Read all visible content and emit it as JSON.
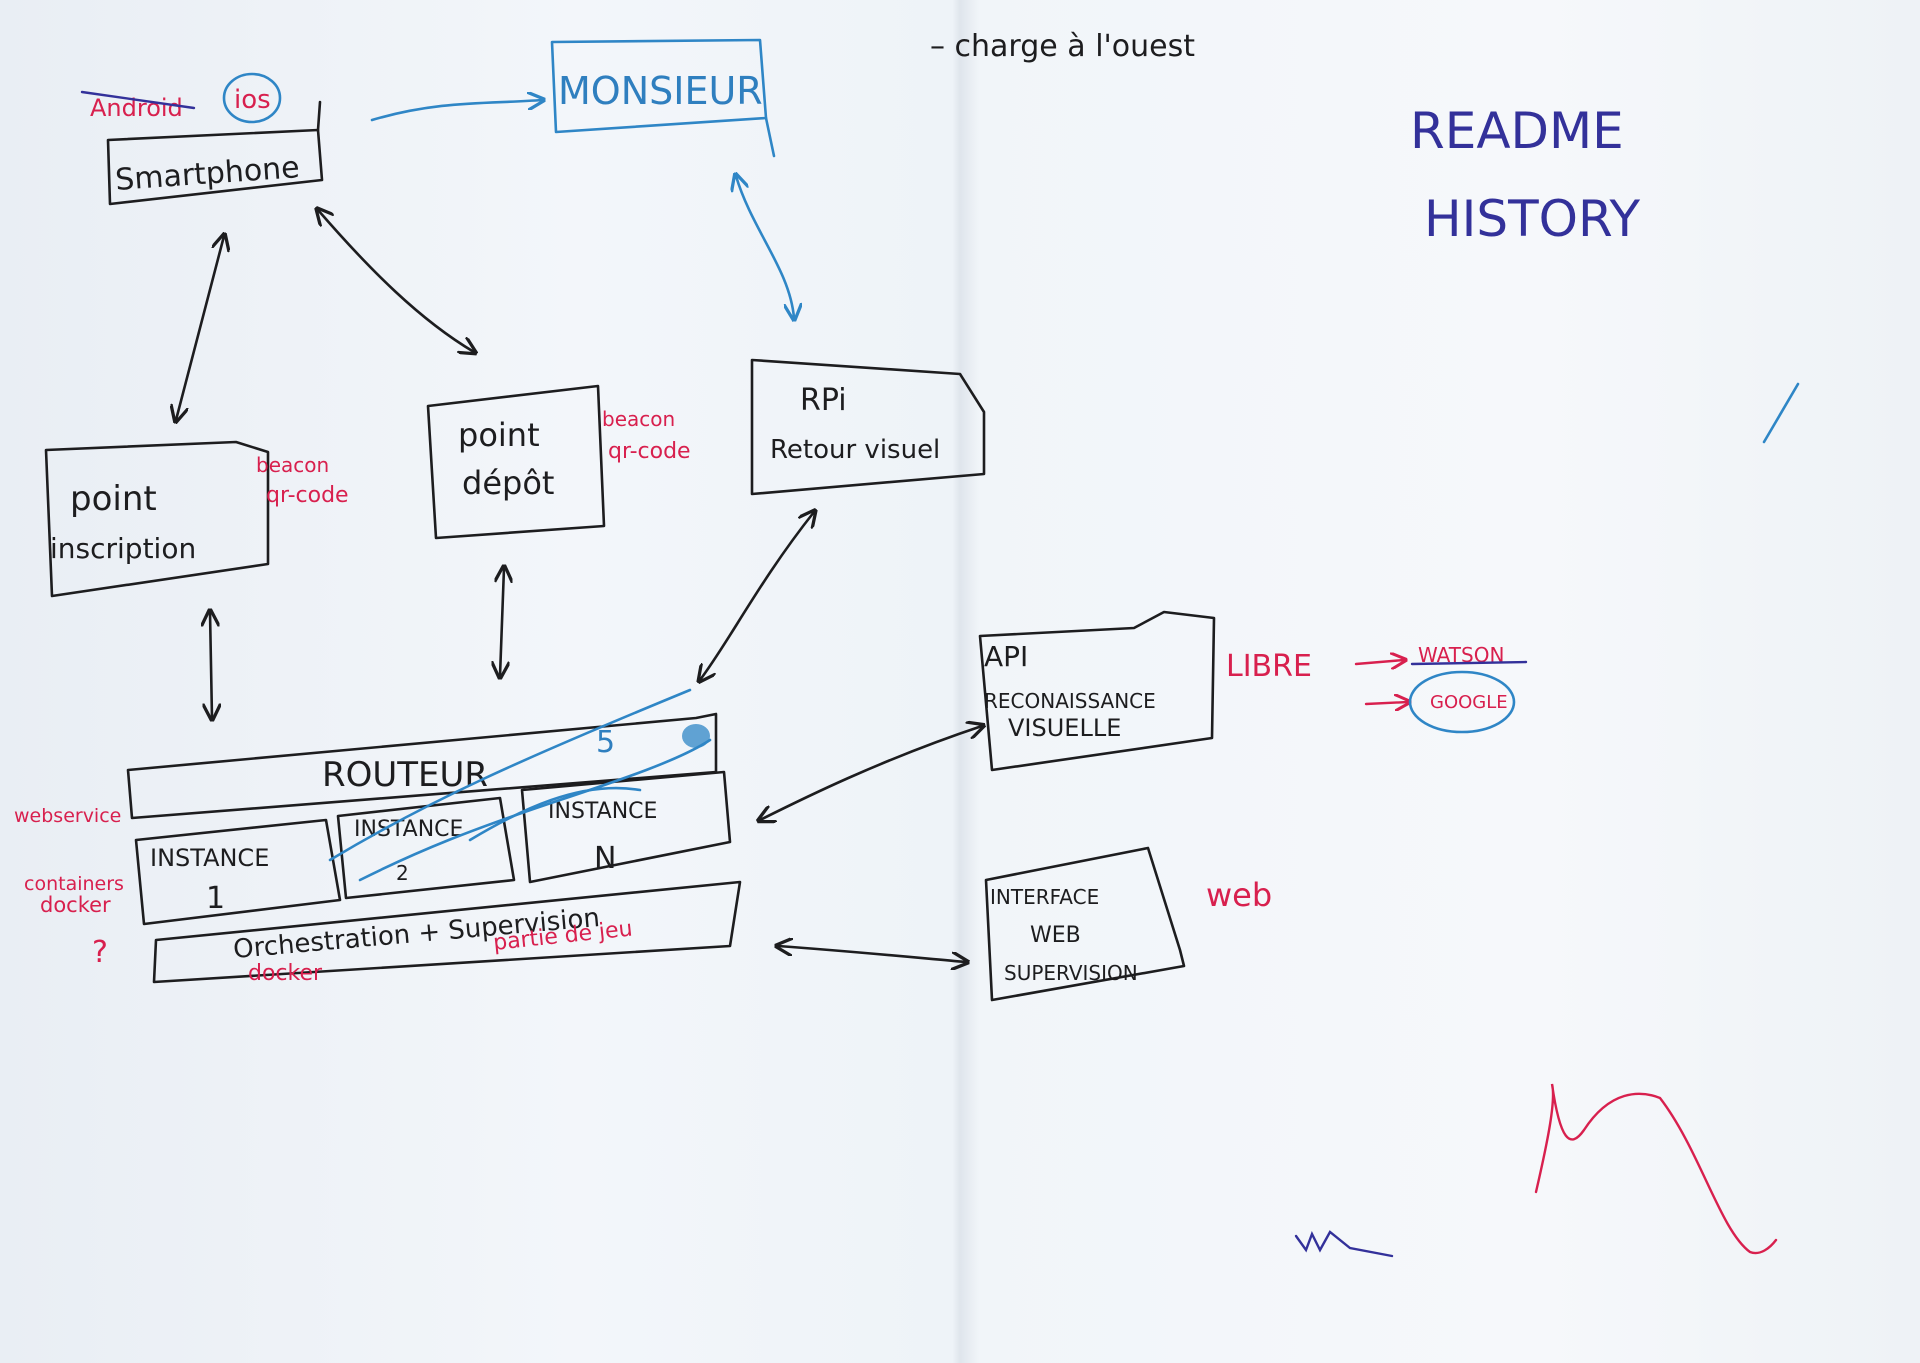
{
  "colors": {
    "paper": "#eef2f6",
    "black_ink": "#1d1d1f",
    "blue_ink": "#2f86c6",
    "navy_ink": "#33319a",
    "red_ink": "#d8204e"
  },
  "note_top": "– charge à l'ouest",
  "smartphone": {
    "label": "Smartphone",
    "os_struck": "Android",
    "os_circled": "ios"
  },
  "monsieur": {
    "label": "MONSIEUR"
  },
  "readme": {
    "line1": "README",
    "line2": "HISTORY"
  },
  "point_inscription": {
    "line1": "point",
    "line2": "inscription",
    "note1": "beacon",
    "note2": "qr-code"
  },
  "point_depot": {
    "line1": "point",
    "line2": "dépôt",
    "note1": "beacon",
    "note2": "qr-code"
  },
  "rpi": {
    "line1": "RPi",
    "line2": "Retour visuel"
  },
  "routeur": {
    "label": "ROUTEUR",
    "marker": "5",
    "side_note": "webservice"
  },
  "instances": [
    {
      "line1": "INSTANCE",
      "line2": "1"
    },
    {
      "line1": "INSTANCE",
      "line2": "2"
    },
    {
      "line1": "INSTANCE",
      "line2": "N"
    }
  ],
  "containers_note": {
    "line1": "containers",
    "line2": "docker",
    "mark": "?"
  },
  "orchestration": {
    "label": "Orchestration + Supervision",
    "note_left": "docker",
    "note_right": "partie de jeu"
  },
  "api": {
    "line1": "API",
    "line2": "RECONAISSANCE",
    "line3": "VISUELLE"
  },
  "api_options": {
    "libre": "LIBRE",
    "watson": "WATSON",
    "google": "GOOGLE"
  },
  "interface": {
    "line1": "INTERFACE",
    "line2": "WEB",
    "line3": "SUPERVISION",
    "note": "web"
  }
}
